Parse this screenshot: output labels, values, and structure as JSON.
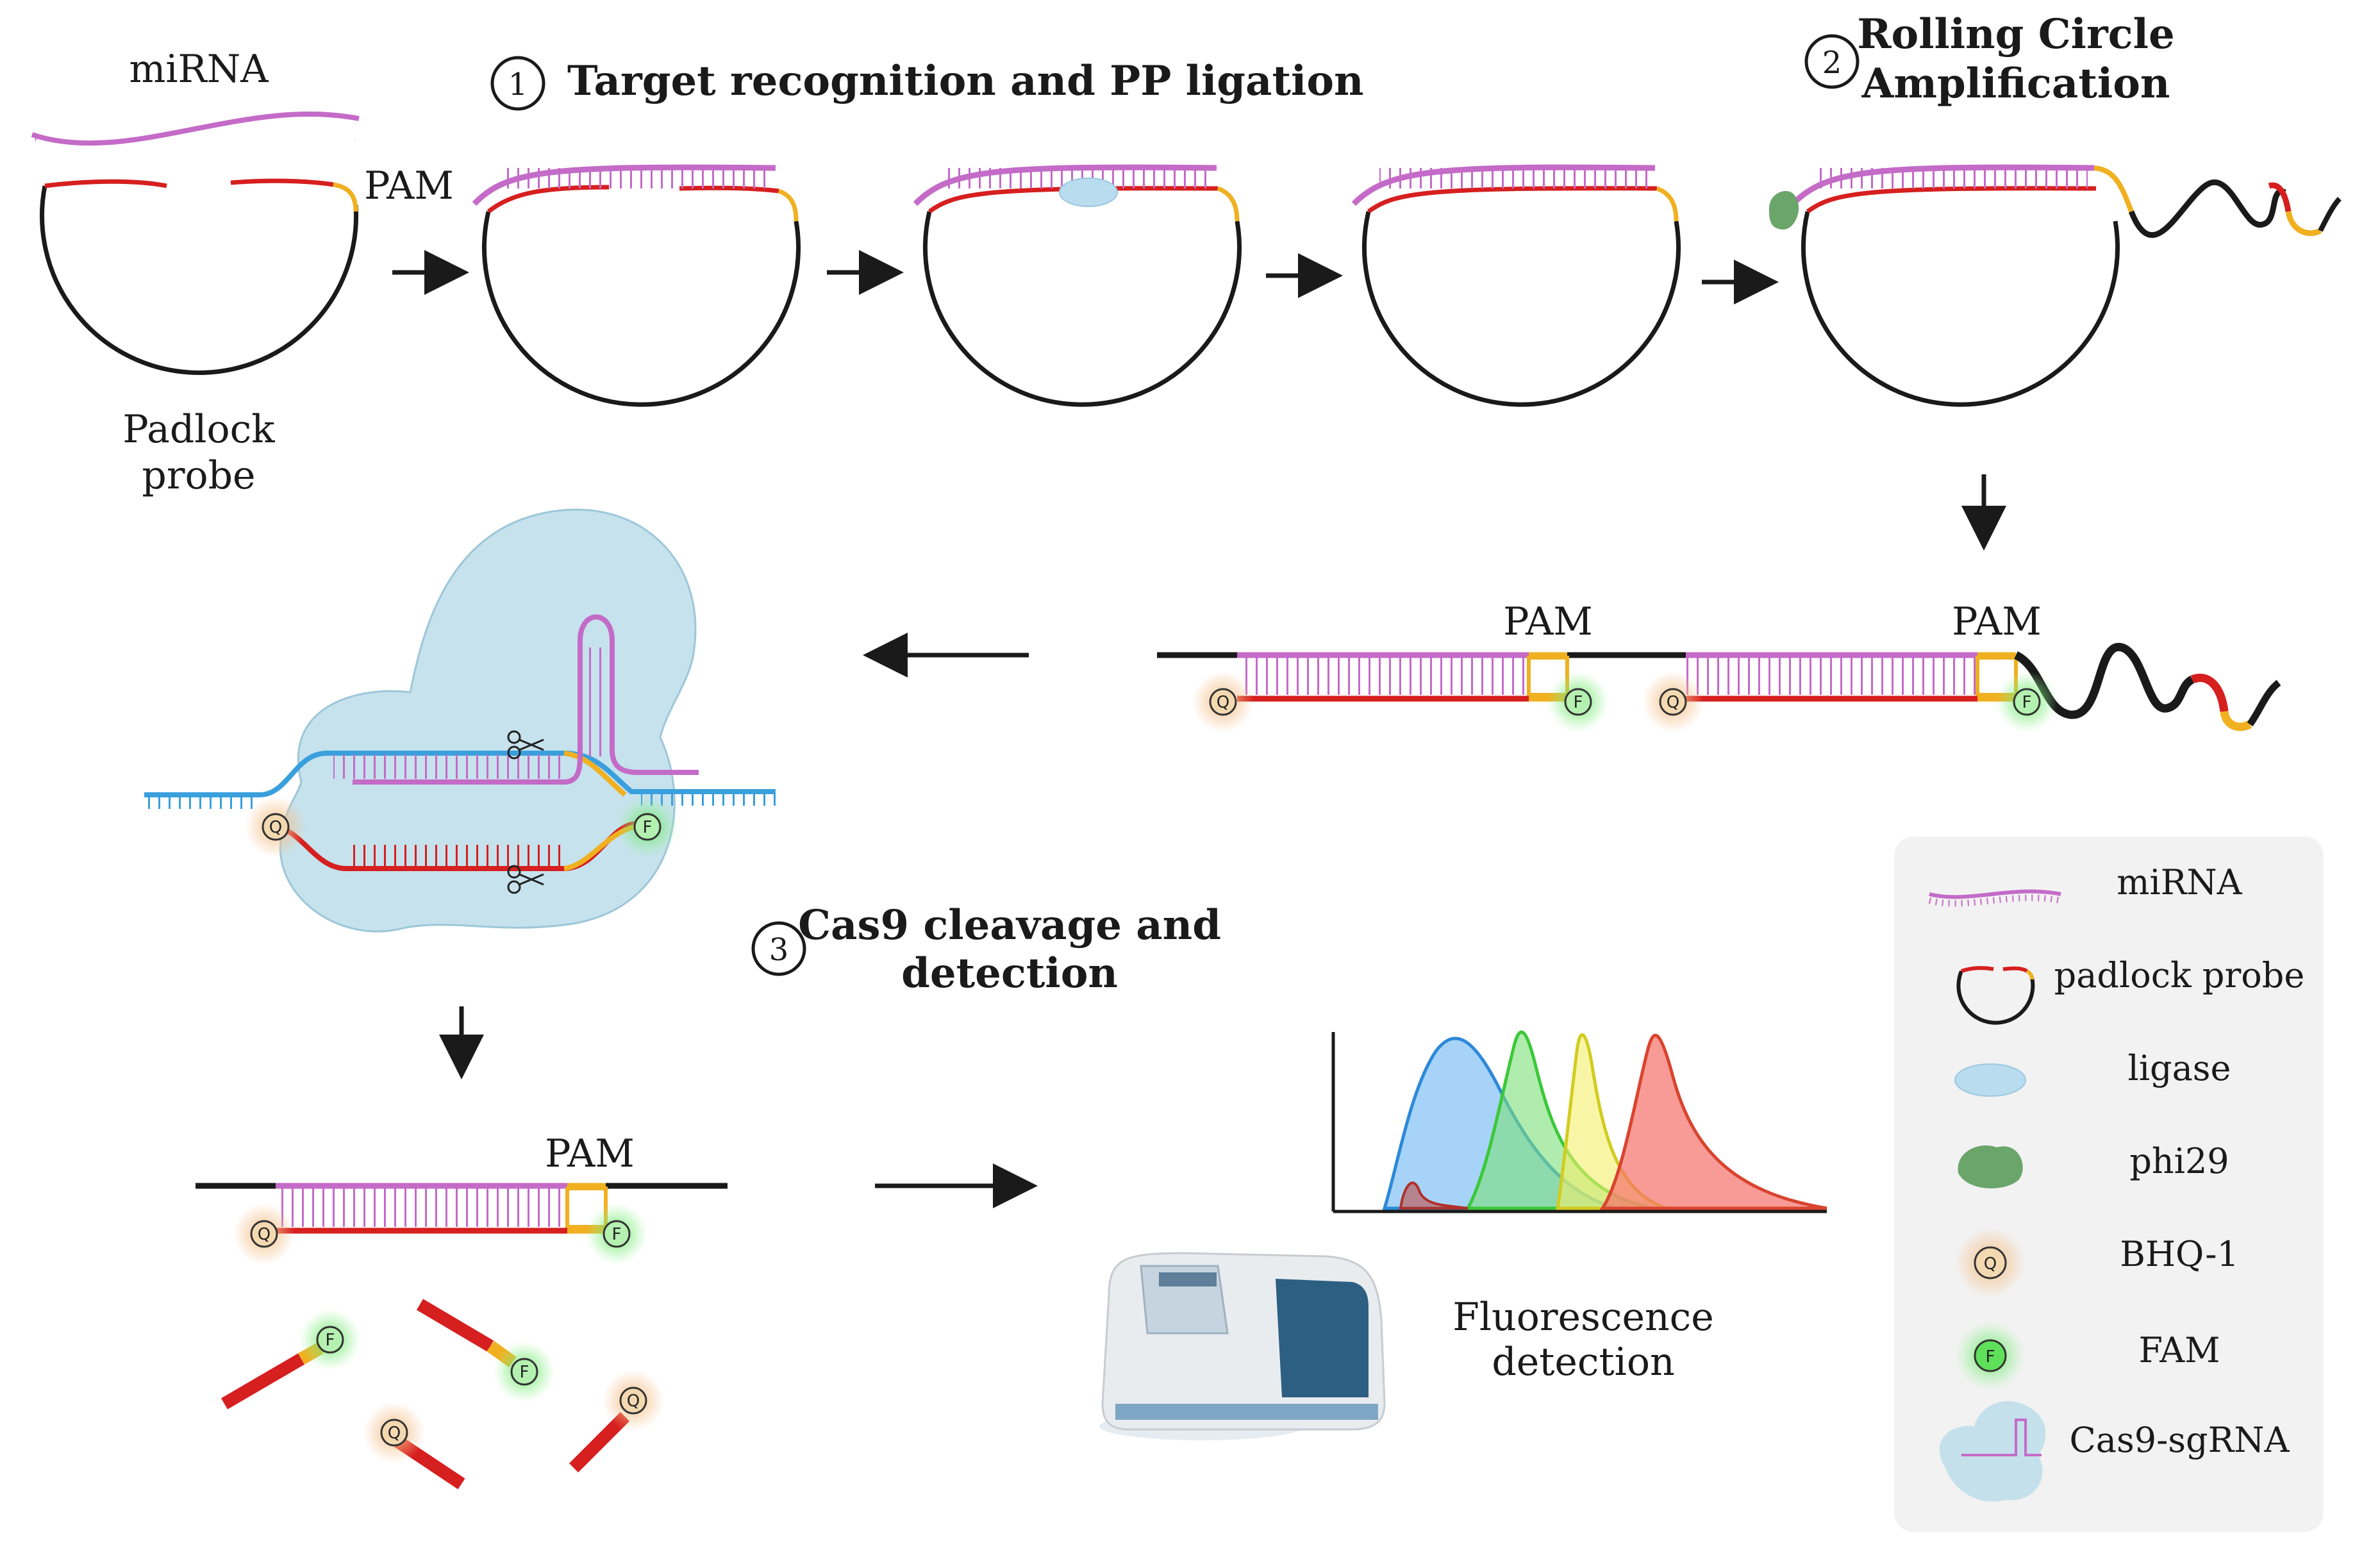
{
  "steps": {
    "step1": {
      "number": "1",
      "title": "Target recognition and PP ligation"
    },
    "step2": {
      "number": "2",
      "title_line1": "Rolling Circle",
      "title_line2": "Amplification"
    },
    "step3": {
      "number": "3",
      "title_line1": "Cas9 cleavage and",
      "title_line2": "detection"
    }
  },
  "labels": {
    "mirna": "miRNA",
    "pam": "PAM",
    "padlock_line1": "Padlock",
    "padlock_line2": "probe",
    "fluorescence_line1": "Fluorescence",
    "fluorescence_line2": "detection",
    "quencher_letter": "Q",
    "fluor_letter": "F"
  },
  "legend": {
    "items": [
      {
        "label": "miRNA",
        "icon": "mirna-icon"
      },
      {
        "label": "padlock probe",
        "icon": "padlock-probe-icon"
      },
      {
        "label": "ligase",
        "icon": "ligase-icon"
      },
      {
        "label": "phi29",
        "icon": "phi29-icon"
      },
      {
        "label": "BHQ-1",
        "icon": "bhq1-icon"
      },
      {
        "label": "FAM",
        "icon": "fam-icon"
      },
      {
        "label": "Cas9-sgRNA",
        "icon": "cas9-sgrna-icon"
      }
    ]
  },
  "colors": {
    "mirna": "#c46bc8",
    "probe_red": "#d61f1f",
    "pam_yellow": "#f0b020",
    "backbone": "#1a1a1a",
    "ligase": "#b9dcef",
    "phi29": "#6aa56a",
    "cas9": "#b8dbe8",
    "sgrna_blue": "#3aa0dd",
    "bhq": "#f3b673",
    "fam": "#7ee27a",
    "legend_bg": "#f2f2f2"
  }
}
